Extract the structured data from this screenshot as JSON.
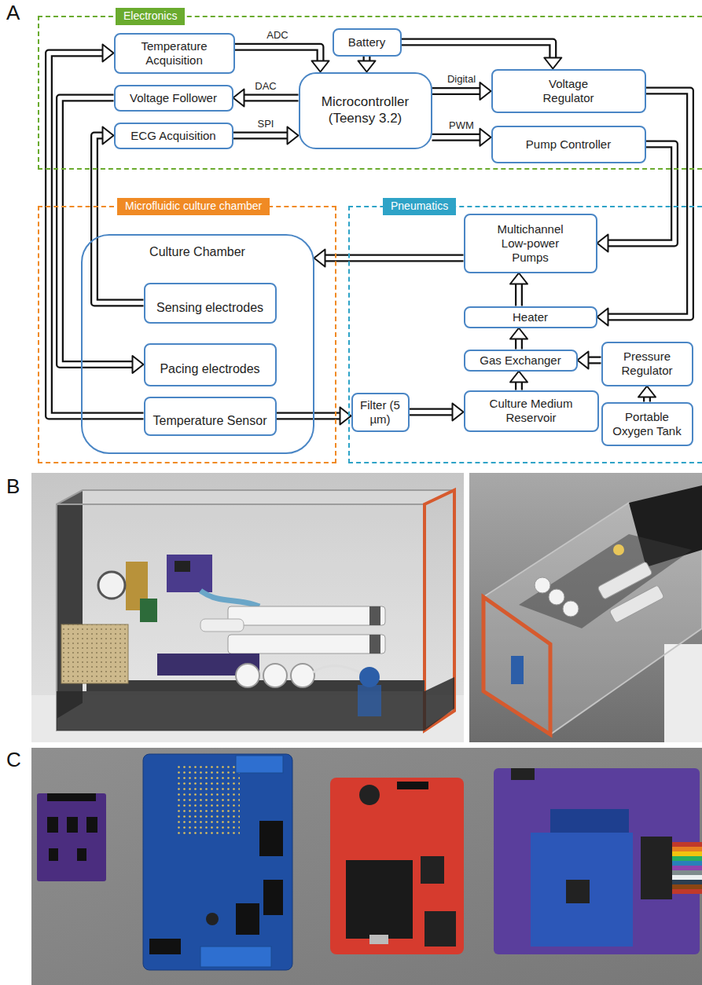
{
  "diagram": {
    "nodes": [
      {
        "text": [
          "Electronics"
        ]
      },
      {
        "text": [
          "Temperature Acquisition"
        ],
        "in": 0
      },
      {
        "text": [
          "Battery"
        ],
        "in": 0
      },
      {
        "text": [
          "Voltage Follower"
        ],
        "in": 0
      },
      {
        "text": [
          "Microcontroller (Teensy 3.2)"
        ],
        "in": 0
      },
      {
        "text": [
          "Voltage Regulator"
        ],
        "in": 0
      },
      {
        "text": [
          "ECG Acquisition"
        ],
        "in": 0
      },
      {
        "text": [
          "Pump Controller"
        ],
        "in": 0
      },
      {
        "text": [
          "Microfluidic culture chamber"
        ]
      },
      {
        "text": [
          "Culture Chamber"
        ],
        "in": 8
      },
      {
        "text": [
          "Sensing electrodes"
        ],
        "in": 9
      },
      {
        "text": [
          "Pacing electrodes"
        ],
        "in": 9
      },
      {
        "text": [
          "Temperature Sensor"
        ],
        "in": 9
      },
      {
        "text": [
          "Pneumatics"
        ]
      },
      {
        "text": [
          "Multichannel Low-power Pumps"
        ],
        "in": 13
      },
      {
        "text": [
          "Heater"
        ],
        "in": 13
      },
      {
        "text": [
          "Gas Exchanger"
        ],
        "in": 13
      },
      {
        "text": [
          "Pressure Regulator"
        ],
        "in": 13
      },
      {
        "text": [
          "Culture Medium Reservoir"
        ],
        "in": 13
      },
      {
        "text": [
          "Portable Oxygen Tank"
        ],
        "in": 13
      },
      {
        "text": [
          "Filter (5 µm)"
        ],
        "in": 13
      }
    ],
    "edges": [
      {
        "from": 1,
        "to": 4,
        "label": "ADC",
        "arrow": "to"
      },
      {
        "from": 2,
        "to": 4,
        "arrow": "to"
      },
      {
        "from": 2,
        "to": 5,
        "arrow": "to"
      },
      {
        "from": 4,
        "to": 3,
        "label": "DAC",
        "arrow": "to"
      },
      {
        "from": 6,
        "to": 4,
        "label": "SPI",
        "arrow": "to"
      },
      {
        "from": 4,
        "to": 5,
        "label": "Digital",
        "arrow": "to"
      },
      {
        "from": 4,
        "to": 7,
        "label": "PWM",
        "arrow": "to"
      },
      {
        "from": 12,
        "to": 1,
        "arrow": "to"
      },
      {
        "from": 3,
        "to": 11,
        "arrow": "to"
      },
      {
        "from": 10,
        "to": 6,
        "arrow": "to"
      },
      {
        "from": 7,
        "to": 14,
        "arrow": "to"
      },
      {
        "from": 5,
        "to": 15,
        "arrow": "to"
      },
      {
        "from": 14,
        "to": 9,
        "arrow": "to"
      },
      {
        "from": 12,
        "to": 20,
        "arrow": "to"
      },
      {
        "from": 20,
        "to": 18,
        "arrow": "to"
      },
      {
        "from": 18,
        "to": 16,
        "arrow": "to"
      },
      {
        "from": 16,
        "to": 15,
        "arrow": "to"
      },
      {
        "from": 15,
        "to": 14,
        "arrow": "to"
      },
      {
        "from": 19,
        "to": 17,
        "arrow": "to"
      },
      {
        "from": 17,
        "to": 16,
        "arrow": "to"
      }
    ],
    "labels": [
      "A",
      "B",
      "C"
    ]
  }
}
